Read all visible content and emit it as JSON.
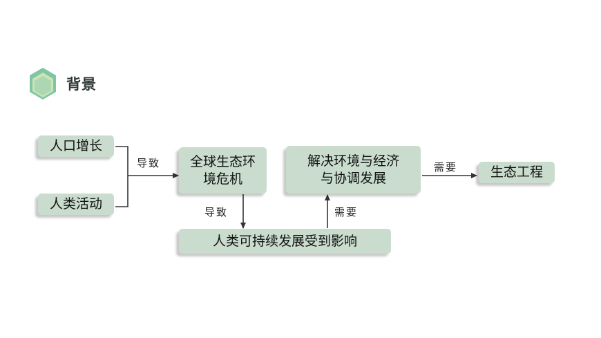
{
  "header": {
    "title": "背景",
    "icon": "hexagon-icon",
    "accent": "#5fb88f"
  },
  "nodes": {
    "population_growth": "人口增长",
    "human_activity": "人类活动",
    "global_crisis_line1": "全球生态环",
    "global_crisis_line2": "境危机",
    "solve_line1": "解决环境与经济",
    "solve_line2": "与协调发展",
    "eco_engineering": "生态工程",
    "sustainable_affected": "人类可持续发展受到影响"
  },
  "edges": {
    "lead_to_1": "导致",
    "lead_to_2": "导致",
    "need_1": "需要",
    "need_2": "需要"
  },
  "colors": {
    "node_fill": "#c9dccd",
    "arrow": "#333333"
  }
}
